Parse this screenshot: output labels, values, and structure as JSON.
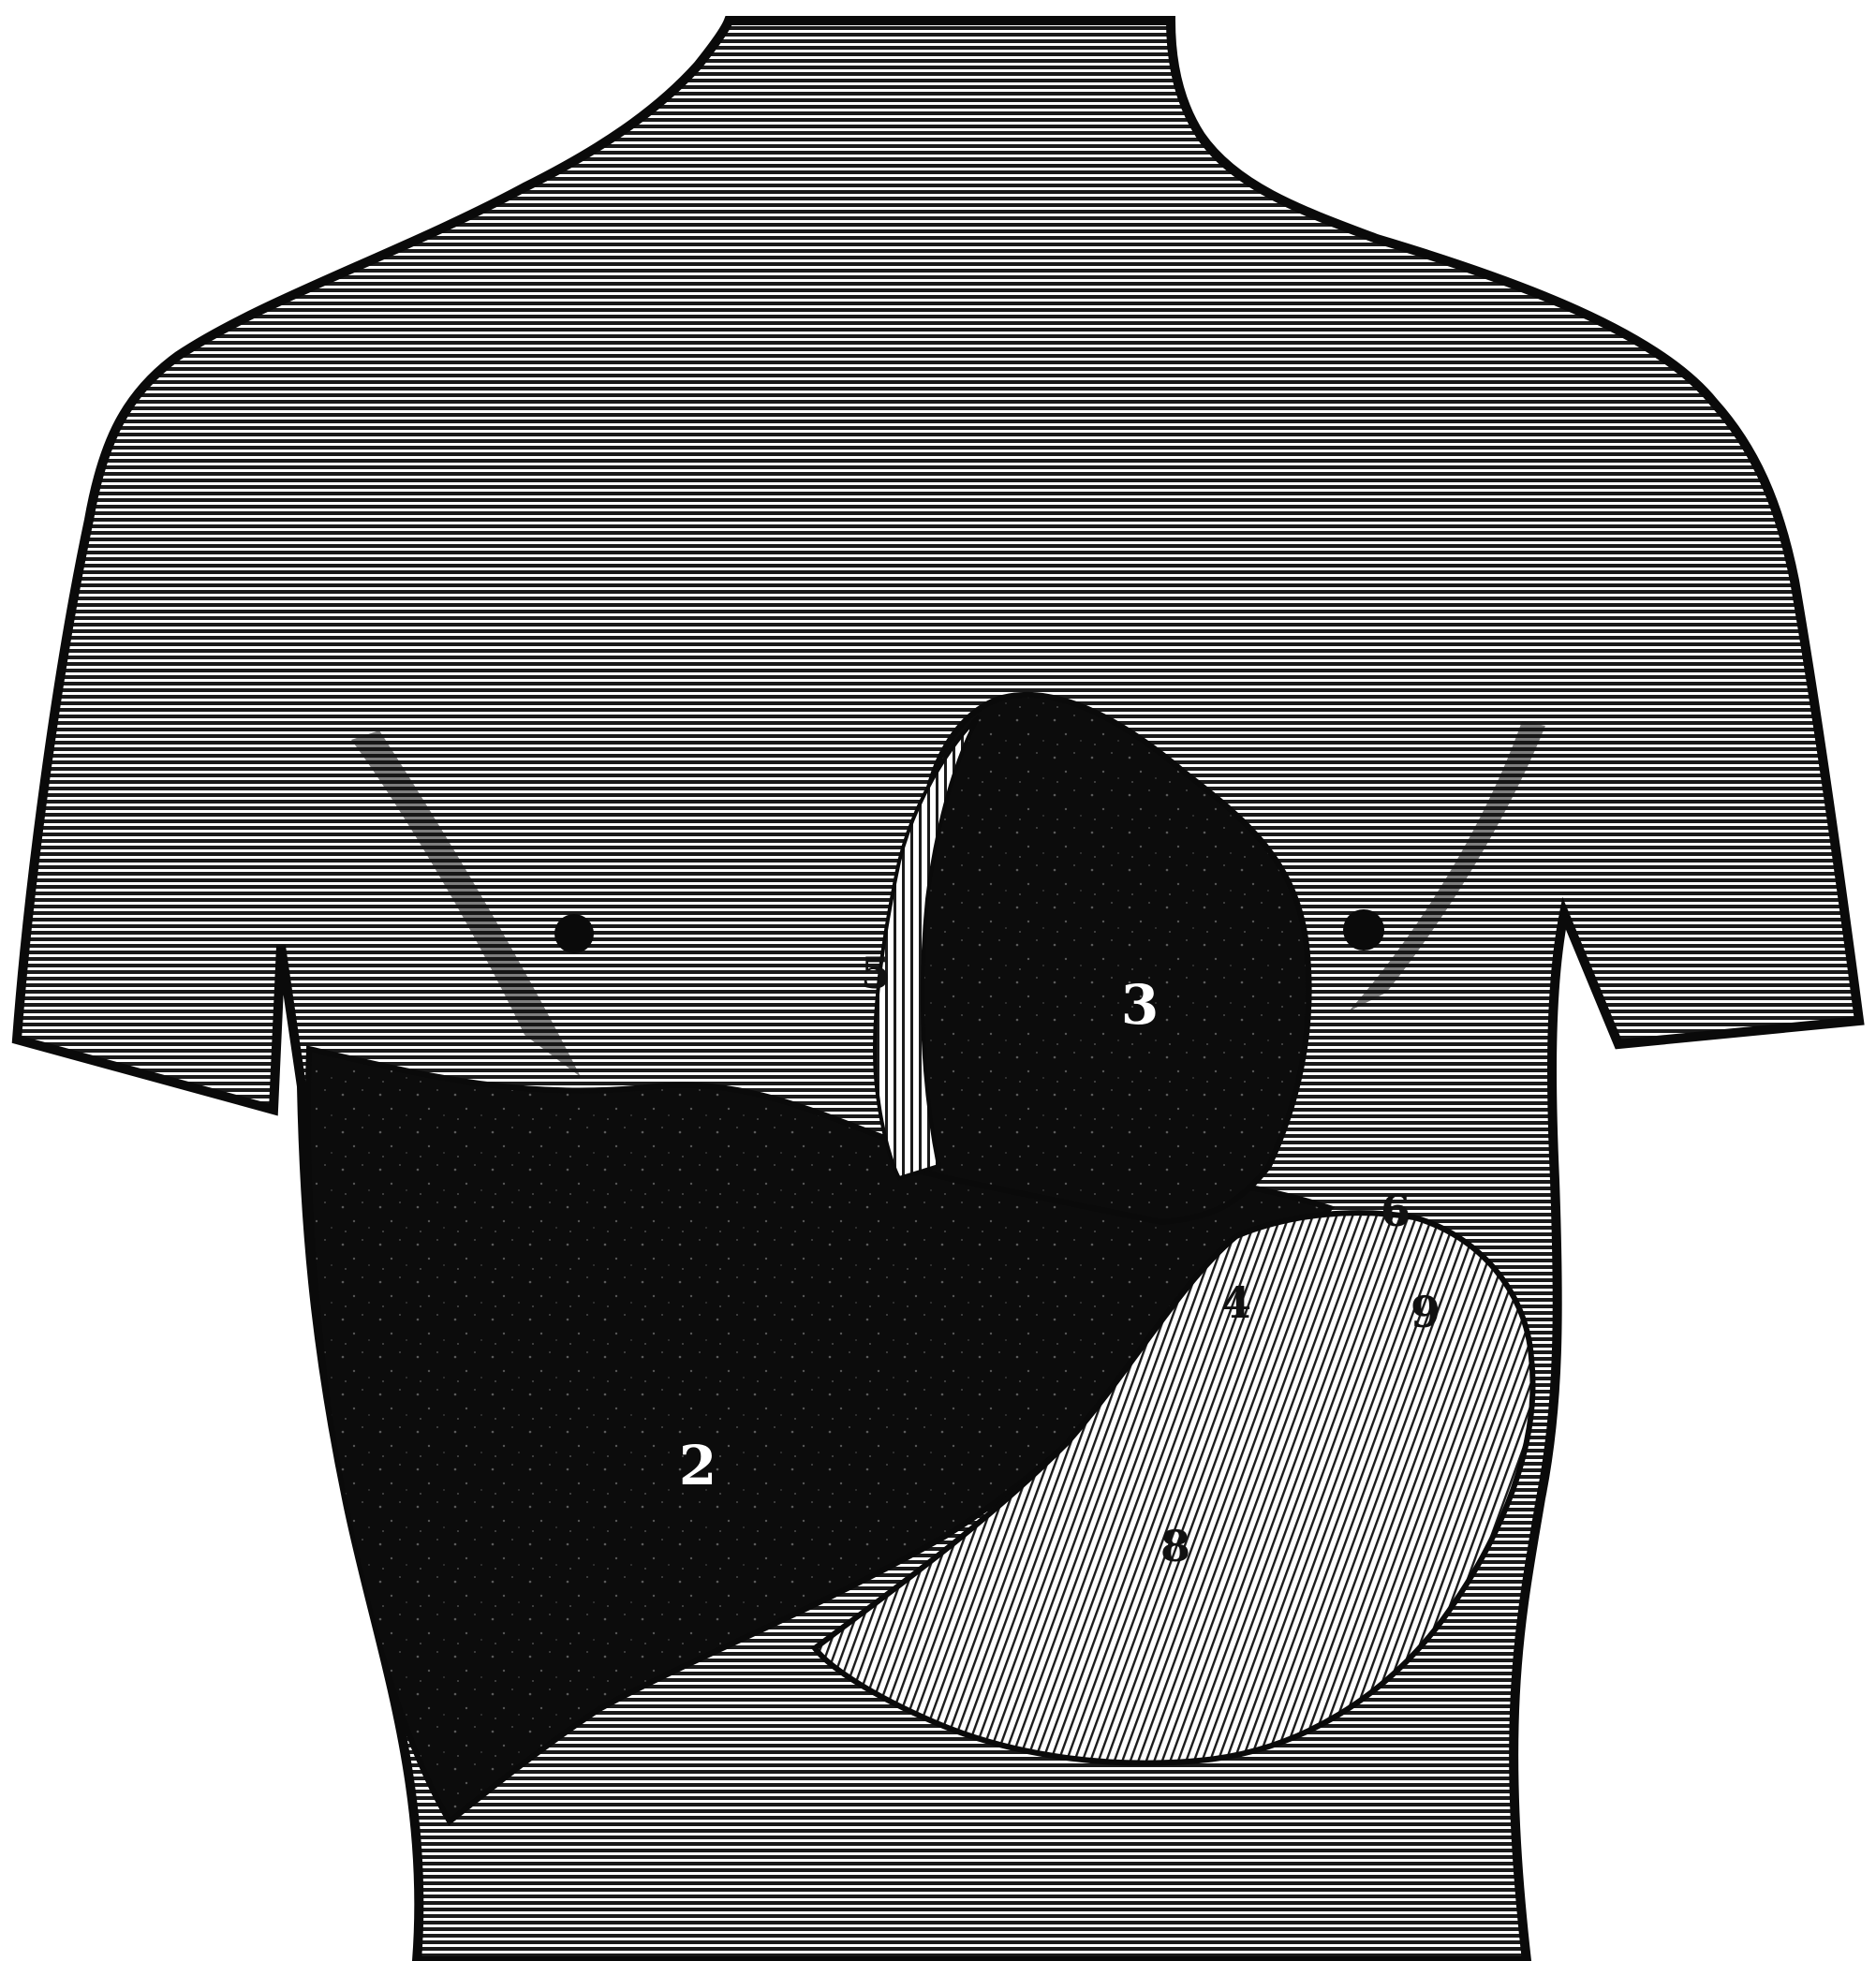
{
  "figure": {
    "ink_color": "#111111",
    "paper_color": "#ffffff",
    "labels": {
      "l2": "2",
      "l3": "3",
      "l5": "5",
      "l4": "4",
      "l6": "6",
      "l8": "8",
      "l9": "9"
    }
  }
}
